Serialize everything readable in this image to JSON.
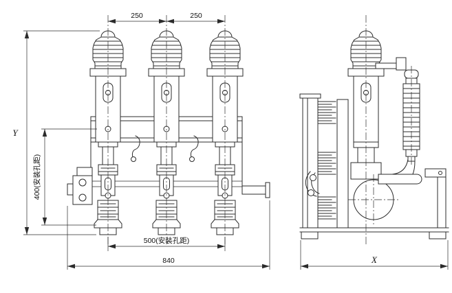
{
  "page": {
    "background": "#ffffff",
    "line_color": "#2b2b2b"
  },
  "drawing": {
    "kind": "engineering-outline-drawing",
    "views": [
      {
        "id": "front",
        "label": "front-view-three-poles"
      },
      {
        "id": "side",
        "label": "side-view-single-pole"
      }
    ]
  },
  "dimensions": {
    "pole_pitch_left": "250",
    "pole_pitch_right": "250",
    "mount_holes_vertical": "400(安装孔距)",
    "mount_holes_horizontal": "500(安装孔距)",
    "overall_width": "840",
    "height_var": "Y",
    "depth_var": "X"
  }
}
